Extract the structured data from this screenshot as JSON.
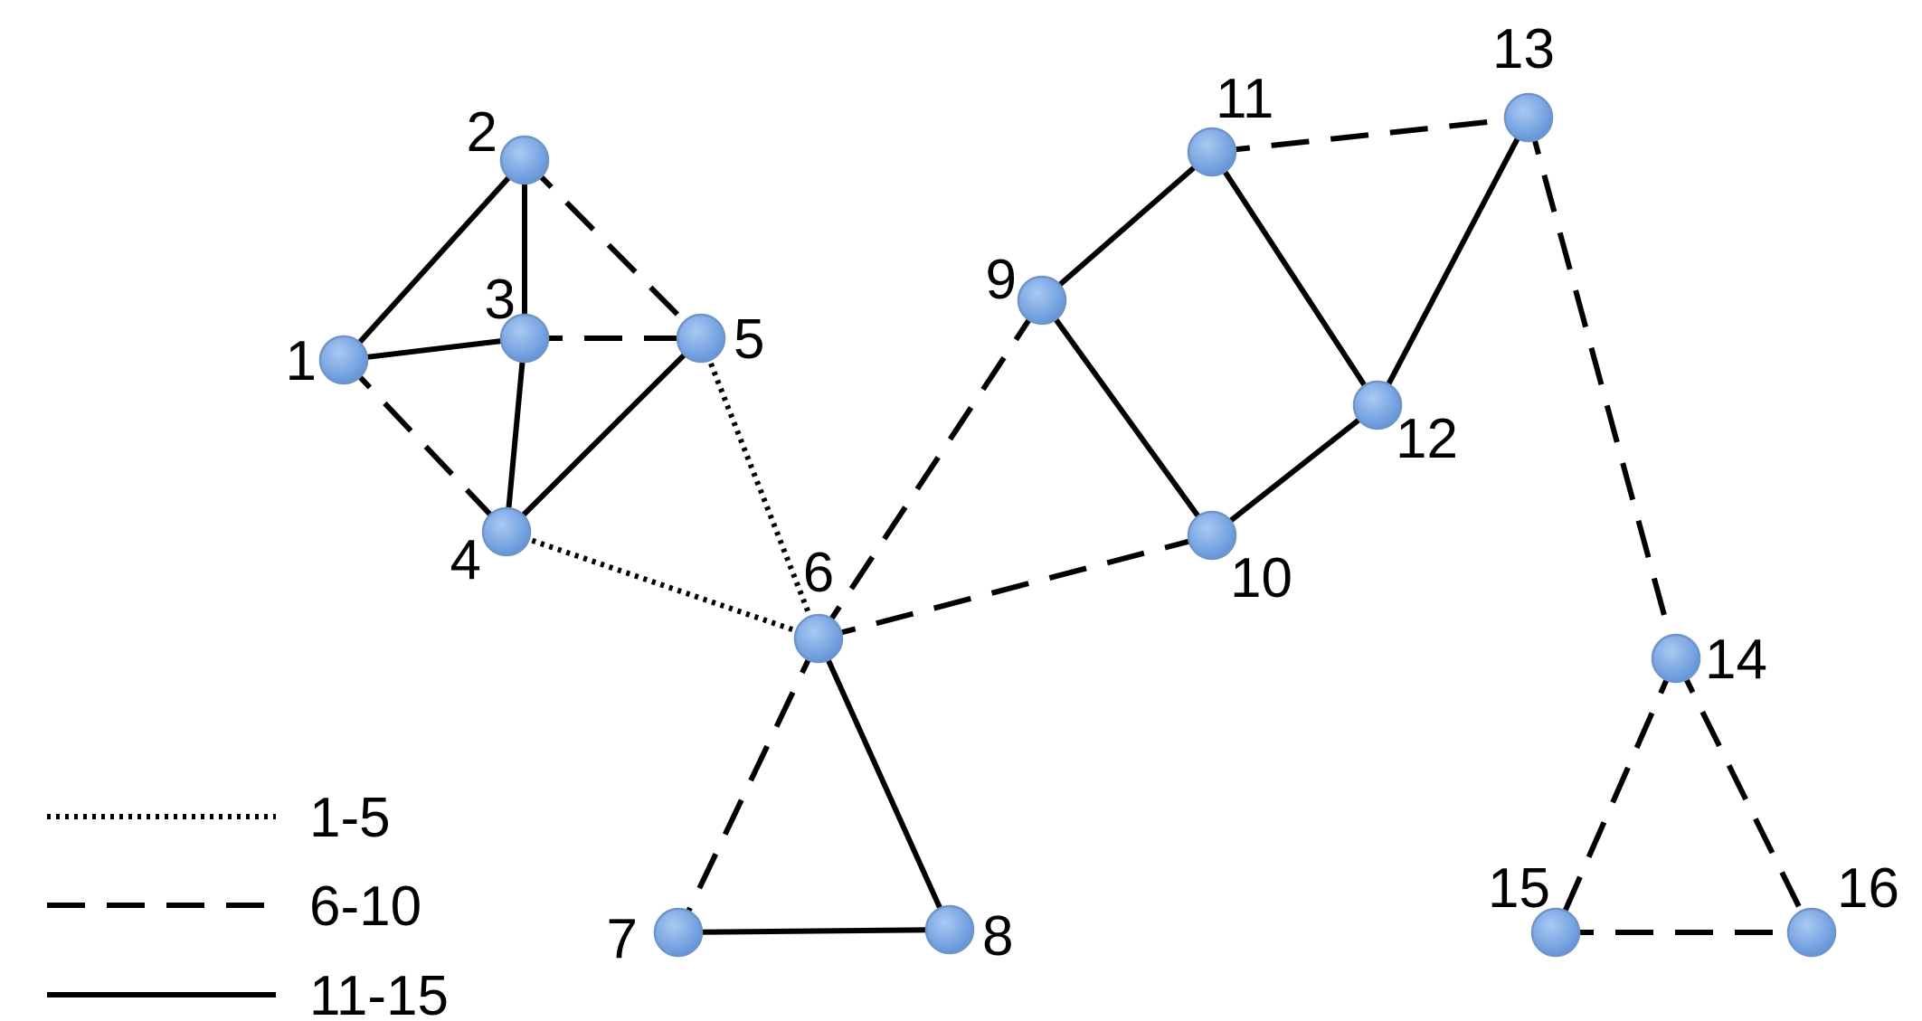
{
  "nodes": [
    {
      "id": "1",
      "label": "1"
    },
    {
      "id": "2",
      "label": "2"
    },
    {
      "id": "3",
      "label": "3"
    },
    {
      "id": "4",
      "label": "4"
    },
    {
      "id": "5",
      "label": "5"
    },
    {
      "id": "6",
      "label": "6"
    },
    {
      "id": "7",
      "label": "7"
    },
    {
      "id": "8",
      "label": "8"
    },
    {
      "id": "9",
      "label": "9"
    },
    {
      "id": "10",
      "label": "10"
    },
    {
      "id": "11",
      "label": "11"
    },
    {
      "id": "12",
      "label": "12"
    },
    {
      "id": "13",
      "label": "13"
    },
    {
      "id": "14",
      "label": "14"
    },
    {
      "id": "15",
      "label": "15"
    },
    {
      "id": "16",
      "label": "16"
    }
  ],
  "edges": [
    {
      "from": "1",
      "to": "2",
      "style": "solid"
    },
    {
      "from": "1",
      "to": "3",
      "style": "solid"
    },
    {
      "from": "1",
      "to": "4",
      "style": "dashed"
    },
    {
      "from": "2",
      "to": "3",
      "style": "solid"
    },
    {
      "from": "2",
      "to": "5",
      "style": "dashed"
    },
    {
      "from": "3",
      "to": "4",
      "style": "solid"
    },
    {
      "from": "3",
      "to": "5",
      "style": "dashed"
    },
    {
      "from": "4",
      "to": "5",
      "style": "solid"
    },
    {
      "from": "4",
      "to": "6",
      "style": "dotted"
    },
    {
      "from": "5",
      "to": "6",
      "style": "dotted"
    },
    {
      "from": "6",
      "to": "7",
      "style": "dashed"
    },
    {
      "from": "6",
      "to": "8",
      "style": "solid"
    },
    {
      "from": "7",
      "to": "8",
      "style": "solid"
    },
    {
      "from": "6",
      "to": "9",
      "style": "dashed"
    },
    {
      "from": "6",
      "to": "10",
      "style": "dashed"
    },
    {
      "from": "9",
      "to": "11",
      "style": "solid"
    },
    {
      "from": "9",
      "to": "10",
      "style": "solid"
    },
    {
      "from": "10",
      "to": "12",
      "style": "solid"
    },
    {
      "from": "11",
      "to": "12",
      "style": "solid"
    },
    {
      "from": "11",
      "to": "13",
      "style": "dashed"
    },
    {
      "from": "12",
      "to": "13",
      "style": "solid"
    },
    {
      "from": "13",
      "to": "14",
      "style": "dashed"
    },
    {
      "from": "14",
      "to": "15",
      "style": "dashed"
    },
    {
      "from": "14",
      "to": "16",
      "style": "dashed"
    },
    {
      "from": "15",
      "to": "16",
      "style": "dashed"
    }
  ],
  "legend": [
    {
      "style": "dotted",
      "label": "1-5"
    },
    {
      "style": "dashed",
      "label": "6-10"
    },
    {
      "style": "solid",
      "label": "11-15"
    }
  ],
  "colors": {
    "node_fill": "#7aaae6",
    "node_stroke": "#6f95c8",
    "edge": "#000000"
  }
}
